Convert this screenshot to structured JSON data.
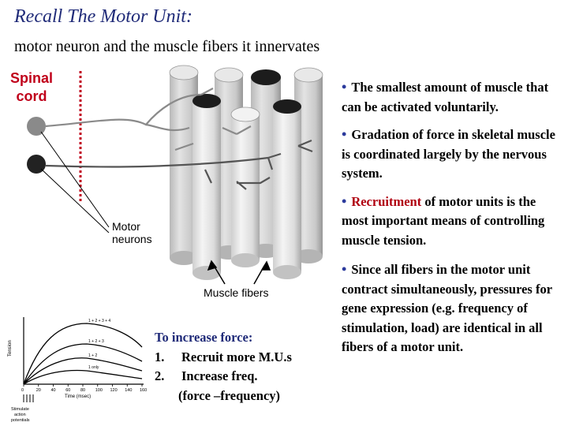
{
  "title": "Recall The Motor Unit:",
  "subtitle": "motor neuron and the muscle fibers it innervates",
  "diagram": {
    "spinal_cord_label": [
      "Spinal",
      "cord"
    ],
    "motor_neurons_label": [
      "Motor",
      "neurons"
    ],
    "muscle_fibers_label": "Muscle fibers"
  },
  "bullets": [
    {
      "text": "The smallest amount of muscle that can be activated voluntarily."
    },
    {
      "text": "Gradation of force in skeletal muscle is coordinated largely by the nervous system."
    },
    {
      "highlight": "Recruitment",
      "text": " of motor units is the most important means of controlling muscle tension."
    },
    {
      "text": "Since all fibers in the motor unit contract simultaneously, pressures for gene expression (e.g. frequency of stimulation, load) are identical in all fibers of a motor unit."
    }
  ],
  "force_box": {
    "heading": "To increase force:",
    "items": [
      {
        "num": "1.",
        "text": "Recruit more M.U.s"
      },
      {
        "num": "2.",
        "text": "Increase freq."
      }
    ],
    "note": "(force –frequency)"
  },
  "graph": {
    "ylabel": "Tension",
    "xlabel": "Time (msec)",
    "x_ticks": [
      "0",
      "20",
      "40",
      "60",
      "80",
      "100",
      "120",
      "140",
      "160"
    ],
    "curve_labels": [
      "1 + 2 + 3 + 4",
      "1 + 2 + 3",
      "1 + 2",
      "1 only"
    ],
    "stim_label": [
      "Stimulate",
      "action",
      "potentials"
    ]
  },
  "colors": {
    "title": "#1f2a78",
    "spinal": "#c0001a",
    "highlight": "#b00010",
    "bullet_dot": "#2b3a9c",
    "neuron_dark": "#222222",
    "neuron_gray": "#8a8a8a"
  }
}
